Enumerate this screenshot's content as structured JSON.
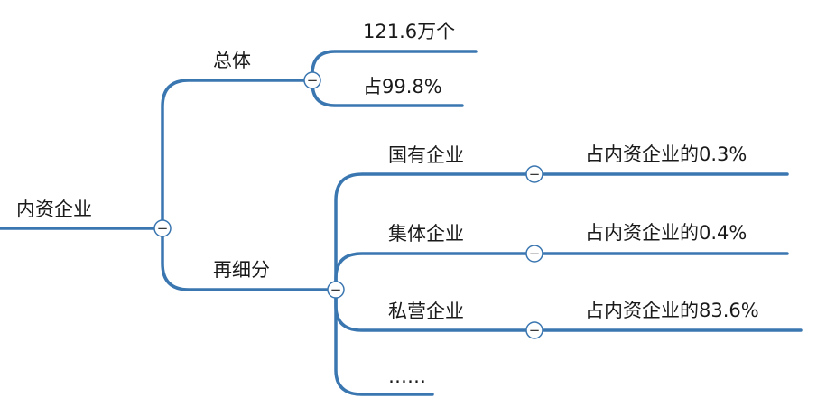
{
  "mindmap": {
    "root": {
      "label": "内资企业"
    },
    "branches": [
      {
        "label": "总体",
        "children": [
          {
            "label": "121.6万个"
          },
          {
            "label": "占99.8%"
          }
        ]
      },
      {
        "label": "再细分",
        "children": [
          {
            "label": "国有企业",
            "detail": "占内资企业的0.3%"
          },
          {
            "label": "集体企业",
            "detail": "占内资企业的0.4%"
          },
          {
            "label": "私营企业",
            "detail": "占内资企业的83.6%"
          },
          {
            "label": "……"
          }
        ]
      }
    ],
    "collapse_symbol": "−"
  },
  "colors": {
    "line": "#3a76b0",
    "toggle_border": "#3a76b0",
    "toggle_fill": "#ffffff",
    "text": "#1a1a1a"
  }
}
